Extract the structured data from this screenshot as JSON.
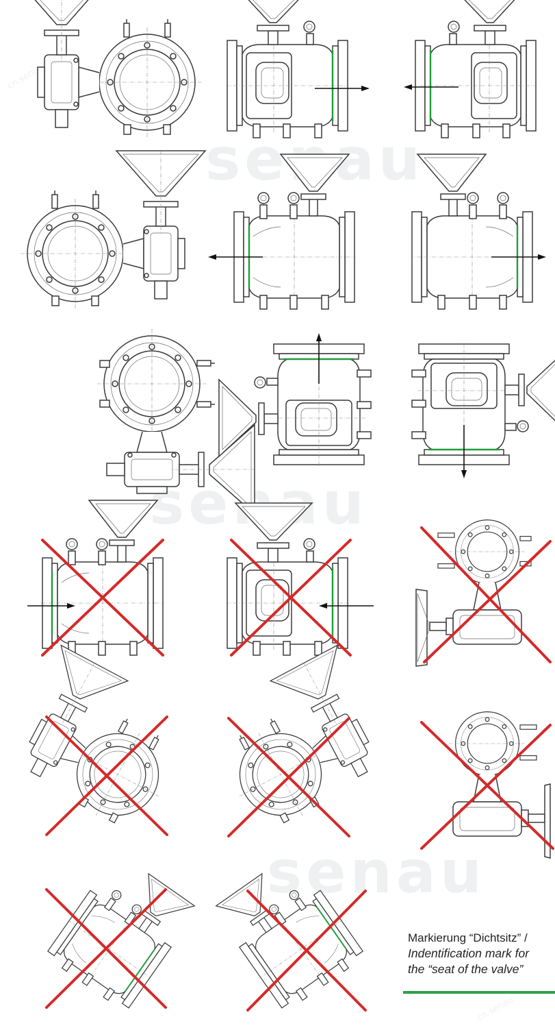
{
  "legend": {
    "line1": "Markierung “Dichtsitz” /",
    "line2": "Indentification mark for",
    "line3": "the “seat of the valve”",
    "mark_color": "#2ca24a"
  },
  "watermarks": [
    "senau",
    "senau",
    "senau",
    "cn.senau",
    "cn.senau"
  ],
  "colors": {
    "seat_mark": "#1f9d3a",
    "forbidden_cross": "#d42a2a",
    "line": "#3a3a3a"
  },
  "figures": [
    {
      "id": "fig1",
      "view": "end-view",
      "allowed": true
    },
    {
      "id": "fig2",
      "view": "side-view",
      "flow": "right",
      "allowed": true
    },
    {
      "id": "fig3",
      "view": "side-view",
      "flow": "left",
      "allowed": true
    },
    {
      "id": "fig4",
      "view": "end-view",
      "allowed": true
    },
    {
      "id": "fig5",
      "view": "side-view",
      "flow": "left",
      "allowed": true
    },
    {
      "id": "fig6",
      "view": "side-view",
      "flow": "right",
      "allowed": true
    },
    {
      "id": "fig7",
      "view": "end-view",
      "allowed": true
    },
    {
      "id": "fig8",
      "view": "vertical",
      "flow": "up",
      "allowed": true
    },
    {
      "id": "fig9",
      "view": "vertical",
      "flow": "down",
      "allowed": true
    },
    {
      "id": "fig10",
      "view": "side-view",
      "flow": "right",
      "allowed": false
    },
    {
      "id": "fig11",
      "view": "side-view",
      "flow": "left",
      "allowed": false
    },
    {
      "id": "fig12",
      "view": "end-view",
      "allowed": false
    },
    {
      "id": "fig13",
      "view": "end-view-tilted",
      "allowed": false
    },
    {
      "id": "fig14",
      "view": "end-view-tilted",
      "allowed": false
    },
    {
      "id": "fig15",
      "view": "end-view",
      "allowed": false
    },
    {
      "id": "fig16",
      "view": "side-view-tilted",
      "allowed": false
    },
    {
      "id": "fig17",
      "view": "side-view-tilted",
      "allowed": false
    }
  ]
}
